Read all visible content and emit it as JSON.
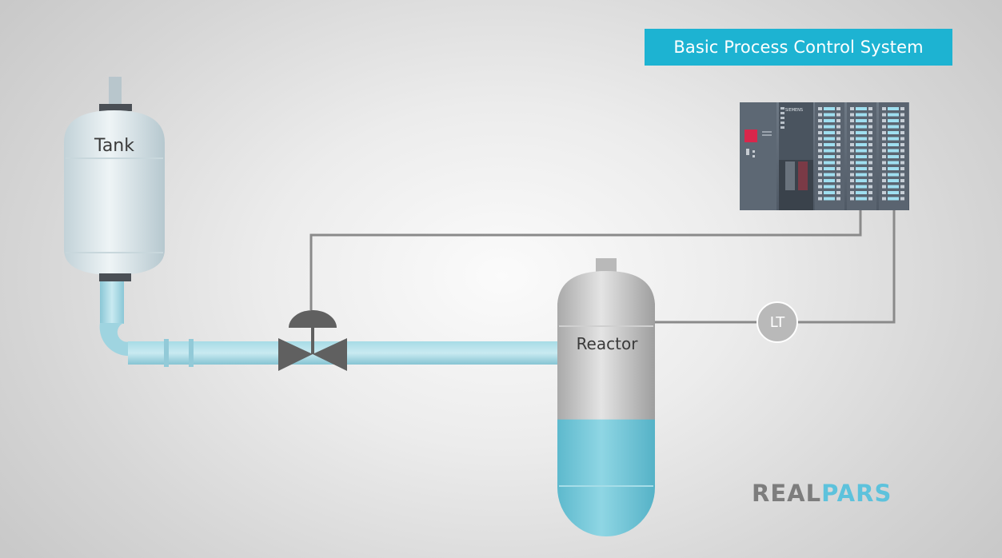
{
  "title": "Basic Process Control System",
  "labels": {
    "tank": "Tank",
    "reactor": "Reactor",
    "level_transmitter": "LT"
  },
  "logo": {
    "part1": "REAL",
    "part2": "PARS"
  },
  "plc": {
    "brand": "SIEMENS"
  },
  "colors": {
    "title_background": "#1db3d2",
    "pipe": "#9cd3e0",
    "liquid": "#6cc3d5",
    "signal_line": "#8a8a8a",
    "valve": "#606060",
    "transmitter": "#b9b9b9",
    "logo_gray": "#7d7d7d",
    "logo_blue": "#5dc2dc"
  },
  "reactor_fill_level": 0.55
}
